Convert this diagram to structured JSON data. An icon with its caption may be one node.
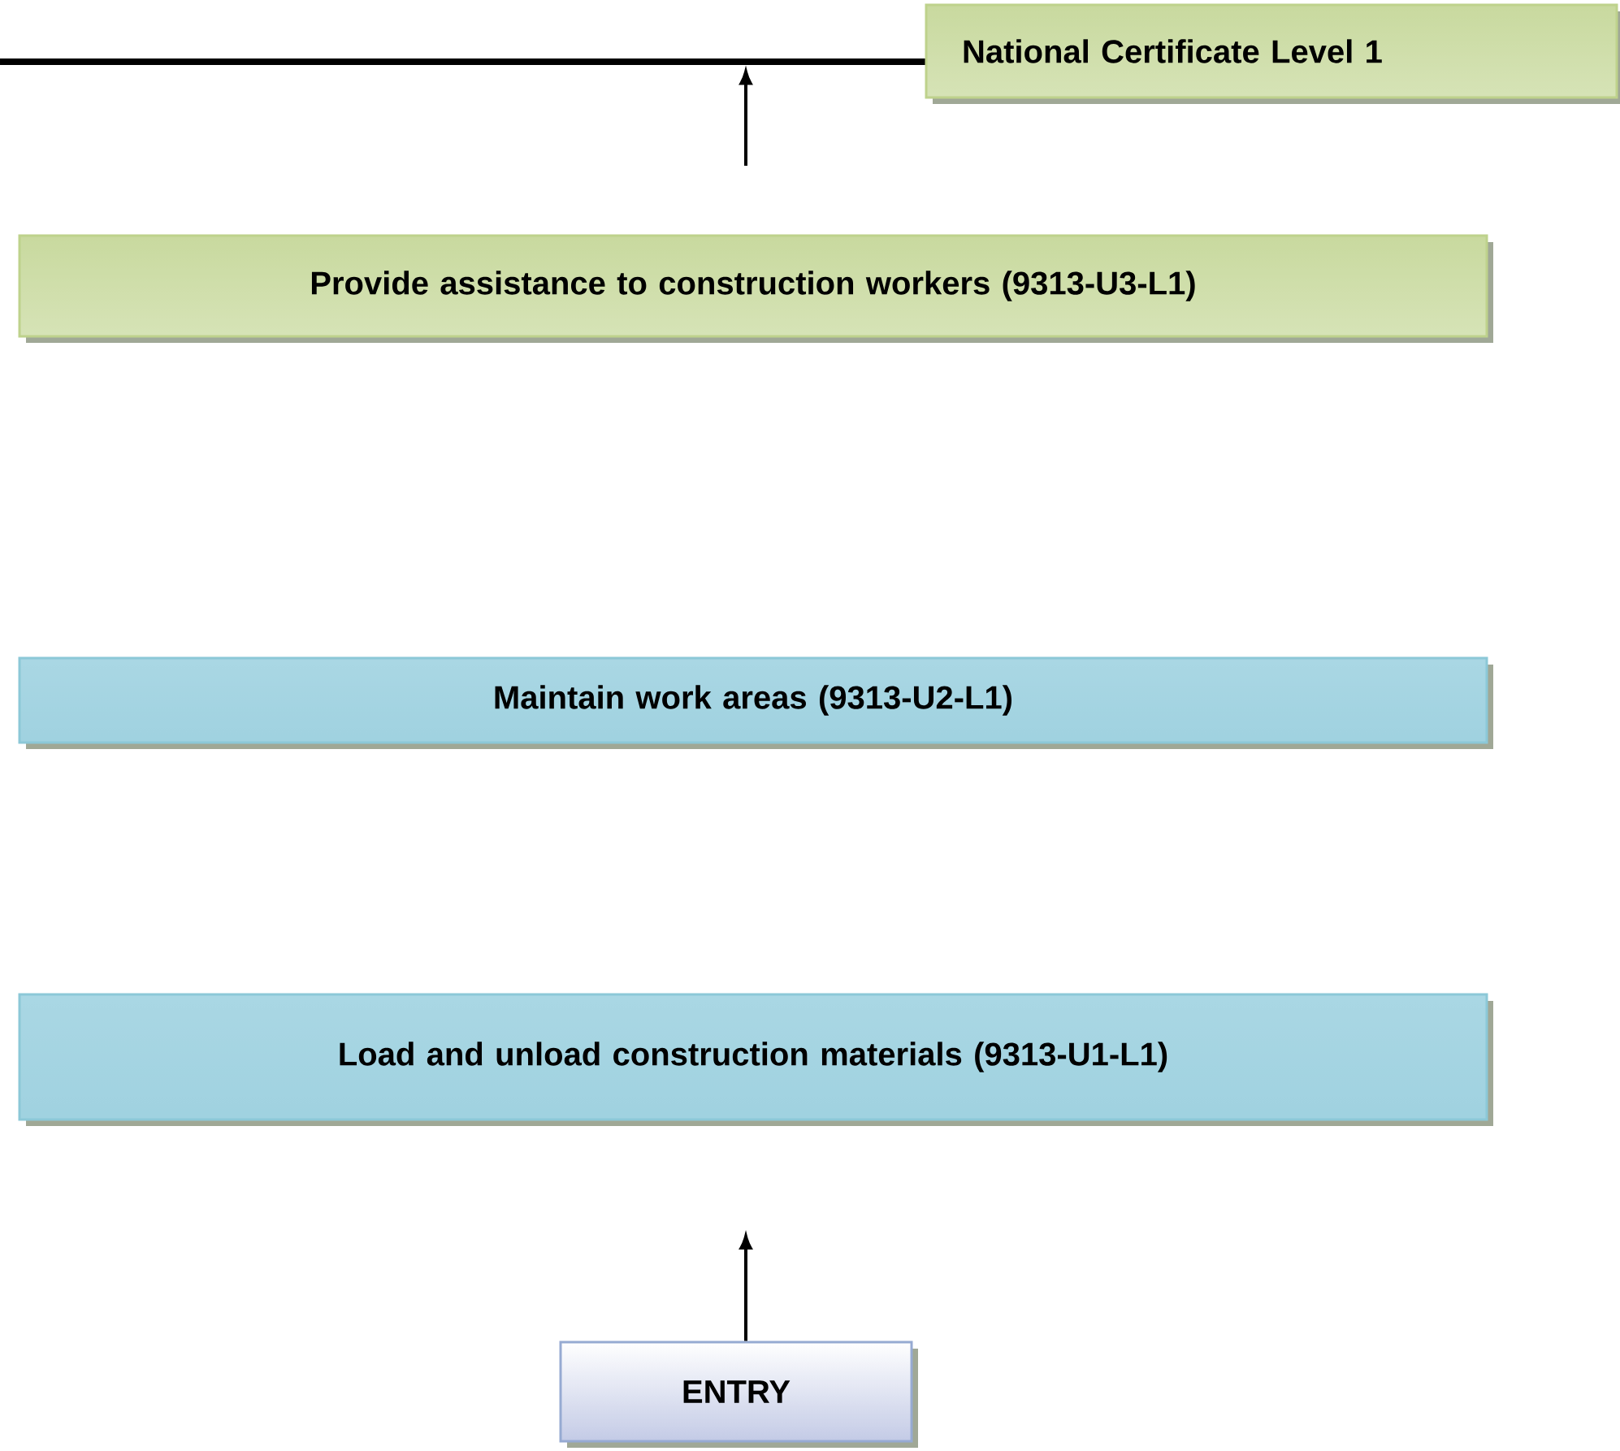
{
  "diagram": {
    "nodes": [
      {
        "text": [],
        "shape": "bar"
      },
      {
        "text": [
          "National Certificate Level 1"
        ]
      },
      {
        "text": [
          "Provide assistance to construction workers (9313-U3-L1)"
        ]
      },
      {
        "text": [
          "Maintain work areas (9313-U2-L1)"
        ]
      },
      {
        "text": [
          "Load and unload construction materials (9313-U1-L1)"
        ]
      },
      {
        "text": [
          "ENTRY"
        ]
      }
    ],
    "edges": [
      {
        "from": null,
        "to": 0,
        "arrow": "to"
      },
      {
        "from": 5,
        "to": null,
        "arrow": "to"
      }
    ]
  }
}
